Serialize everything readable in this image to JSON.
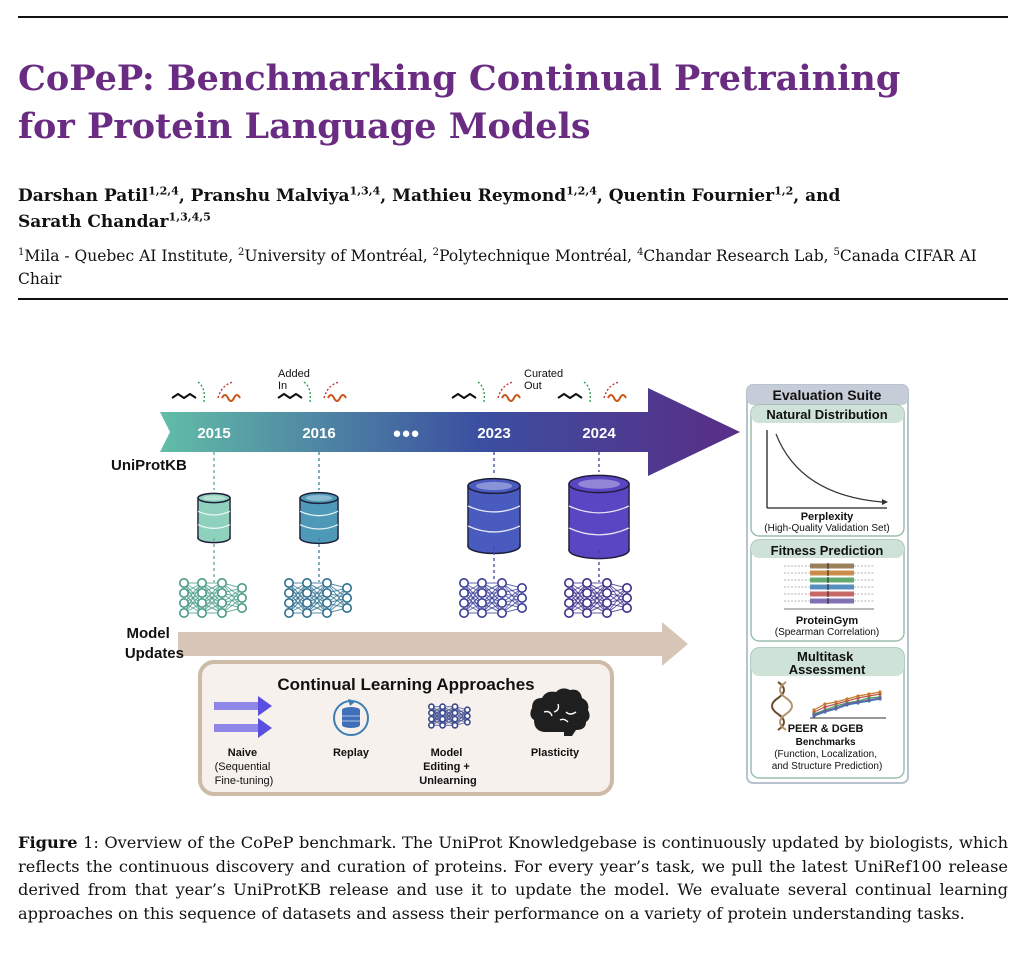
{
  "paper": {
    "title_line1": "CoPeP: Benchmarking Continual Pretraining",
    "title_line2": "for Protein Language Models",
    "authors": [
      {
        "name": "Darshan Patil",
        "sup": "1,2,4",
        "sep": ", "
      },
      {
        "name": "Pranshu Malviya",
        "sup": "1,3,4",
        "sep": ", "
      },
      {
        "name": "Mathieu Reymond",
        "sup": "1,2,4",
        "sep": ", "
      },
      {
        "name": "Quentin Fournier",
        "sup": "1,2",
        "sep": ", and "
      },
      {
        "name": "Sarath Chandar",
        "sup": "1,3,4,5",
        "sep": ""
      }
    ],
    "affiliations": [
      {
        "sup": "1",
        "text": "Mila - Quebec AI Institute, "
      },
      {
        "sup": "2",
        "text": "University of Montréal, "
      },
      {
        "sup": "2",
        "text": "Polytechnique Montréal, "
      },
      {
        "sup": "4",
        "text": "Chandar Research Lab, "
      },
      {
        "sup": "5",
        "text": "Canada CIFAR AI Chair"
      }
    ]
  },
  "figure": {
    "years": [
      "2015",
      "2016",
      "2023",
      "2024"
    ],
    "ellipsis": "●●●",
    "added_label": [
      "Added",
      "In"
    ],
    "curated_label": [
      "Curated",
      "Out"
    ],
    "uniprot_label": "UniProtKB",
    "model_updates_label": [
      "Model",
      "Updates"
    ],
    "cl_box": {
      "title": "Continual Learning Approaches",
      "items": [
        {
          "lines": [
            "Naive",
            "(Sequential",
            "Fine-tuning)"
          ]
        },
        {
          "lines": [
            "Replay"
          ]
        },
        {
          "lines": [
            "Model",
            "Editing +",
            "Unlearning"
          ]
        },
        {
          "lines": [
            "Plasticity"
          ]
        }
      ]
    },
    "eval_suite": {
      "title": "Evaluation Suite",
      "panels": [
        {
          "header": [
            "Natural Distribution"
          ],
          "metric": "Perplexity",
          "desc": [
            "(High-Quality Validation Set)"
          ]
        },
        {
          "header": [
            "Fitness Prediction"
          ],
          "metric": "ProteinGym",
          "desc": [
            "(Spearman Correlation)"
          ]
        },
        {
          "header": [
            "Multitask",
            "Assessment"
          ],
          "metric": "PEER & DGEB",
          "desc": [
            "Benchmarks",
            "(Function, Localization,",
            "and Structure Prediction)"
          ]
        }
      ]
    },
    "colors": {
      "arrow_start": "#62bda7",
      "arrow_end": "#5a2d86",
      "db_2015": "#8ed1bd",
      "db_2016": "#4f99b8",
      "db_2023": "#4a5bc0",
      "db_2024": "#5a45c2",
      "update_arrow": "#d7c6b5",
      "title": "#6a2c82"
    }
  },
  "caption": {
    "label": "Figure",
    "number": "1:",
    "text": "Overview of the CoPeP benchmark. The UniProt Knowledgebase is continuously updated by biologists, which reflects the continuous discovery and curation of proteins. For every year’s task, we pull the latest UniRef100 release derived from that year’s UniProtKB release and use it to update the model. We evaluate several continual learning approaches on this sequence of datasets and assess their performance on a variety of protein understanding tasks."
  }
}
